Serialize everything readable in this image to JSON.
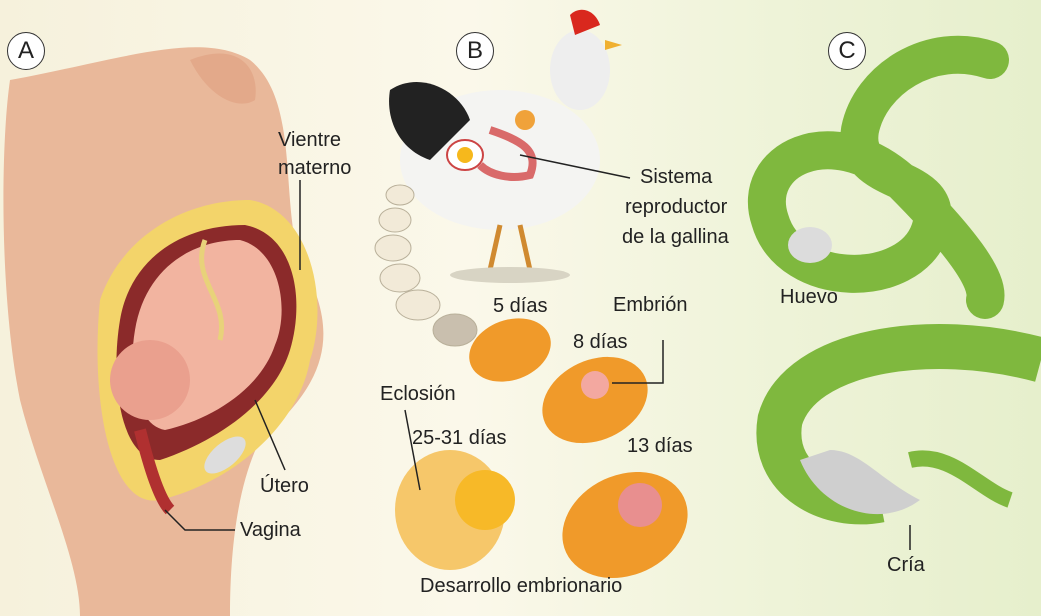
{
  "panels": {
    "a": {
      "letter": "A",
      "labels": {
        "belly": "Vientre\nmaterno",
        "belly_line1": "Vientre",
        "belly_line2": "materno",
        "uterus": "Útero",
        "vagina": "Vagina"
      }
    },
    "b": {
      "letter": "B",
      "labels": {
        "system_line1": "Sistema",
        "system_line2": "reproductor",
        "system_line3": "de la gallina",
        "day5": "5 días",
        "embryo": "Embrión",
        "day8": "8 días",
        "hatching": "Eclosión",
        "day25": "25-31 días",
        "day13": "13 días",
        "development": "Desarrollo embrionario"
      }
    },
    "c": {
      "letter": "C",
      "labels": {
        "egg": "Huevo",
        "hatchling": "Cría"
      }
    }
  },
  "colors": {
    "skin": "#e9b89a",
    "uterus": "#f3d46a",
    "egg": "#f0a23a",
    "snake": "#8cc152"
  }
}
